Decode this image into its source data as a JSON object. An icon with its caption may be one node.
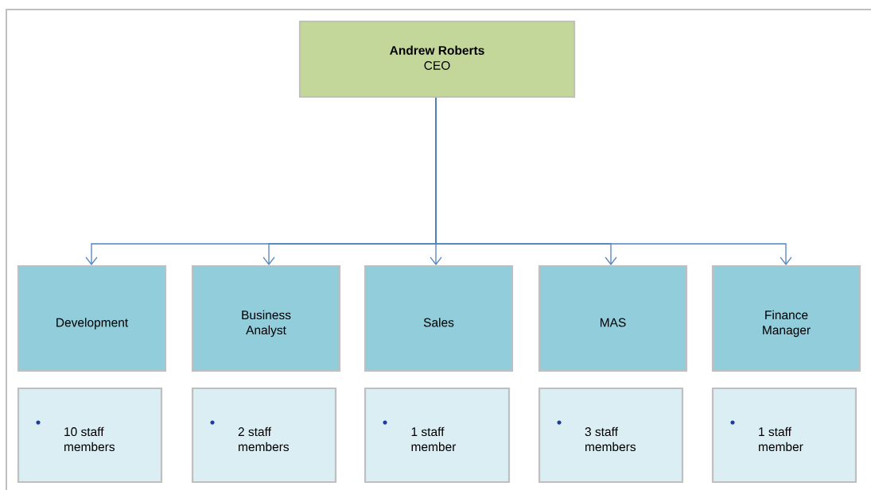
{
  "diagram": {
    "nodes": [
      {
        "text": [
          "Andrew Roberts",
          "CEO"
        ]
      },
      {
        "text": [
          "Development"
        ]
      },
      {
        "text": [
          "Business Analyst"
        ]
      },
      {
        "text": [
          "Sales"
        ]
      },
      {
        "text": [
          "MAS"
        ]
      },
      {
        "text": [
          "Finance Manager"
        ]
      },
      {
        "text": [
          "10 staff members"
        ]
      },
      {
        "text": [
          "2 staff members"
        ]
      },
      {
        "text": [
          "1 staff member"
        ]
      },
      {
        "text": [
          "3 staff members"
        ]
      },
      {
        "text": [
          "1 staff member"
        ]
      }
    ],
    "edges": [
      {
        "from": 0,
        "to": 1,
        "arrow": "to"
      },
      {
        "from": 0,
        "to": 2,
        "arrow": "to"
      },
      {
        "from": 0,
        "to": 3,
        "arrow": "to"
      },
      {
        "from": 0,
        "to": 4,
        "arrow": "to"
      },
      {
        "from": 0,
        "to": 5,
        "arrow": "to"
      }
    ]
  }
}
